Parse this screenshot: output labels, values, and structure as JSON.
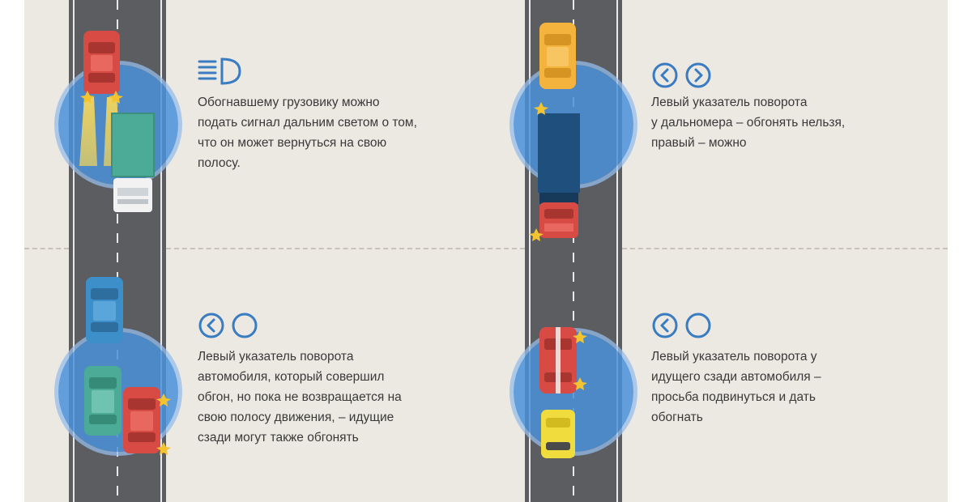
{
  "panels": [
    {
      "text": "Обогнавшему грузовику можно\nподать сигнал дальним светом о том,\nчто он может вернуться на свою\nполосу.",
      "icon": "high-beam-icon"
    },
    {
      "text": "Левый указатель поворота\nу дальномера – обгонять нельзя,\nправый – можно",
      "icon": "turn-signals-both-icon"
    },
    {
      "text": "Левый указатель поворота\nавтомобиля, который совершил\nобгон, но пока не возвращается на\nсвою полосу движения, – идущие\nсзади могут также обгонять",
      "icon": "turn-signal-left-icon"
    },
    {
      "text": "Левый указатель поворота у\nидущего сзади автомобиля –\nпросьба подвинуться и дать\nобогнать",
      "icon": "turn-signal-left-icon"
    }
  ],
  "colors": {
    "background": "#ece8e2",
    "road": "#5c5d60",
    "circle": "#4a90d9",
    "icon": "#3a7cc2",
    "text": "#3a3a3a"
  }
}
